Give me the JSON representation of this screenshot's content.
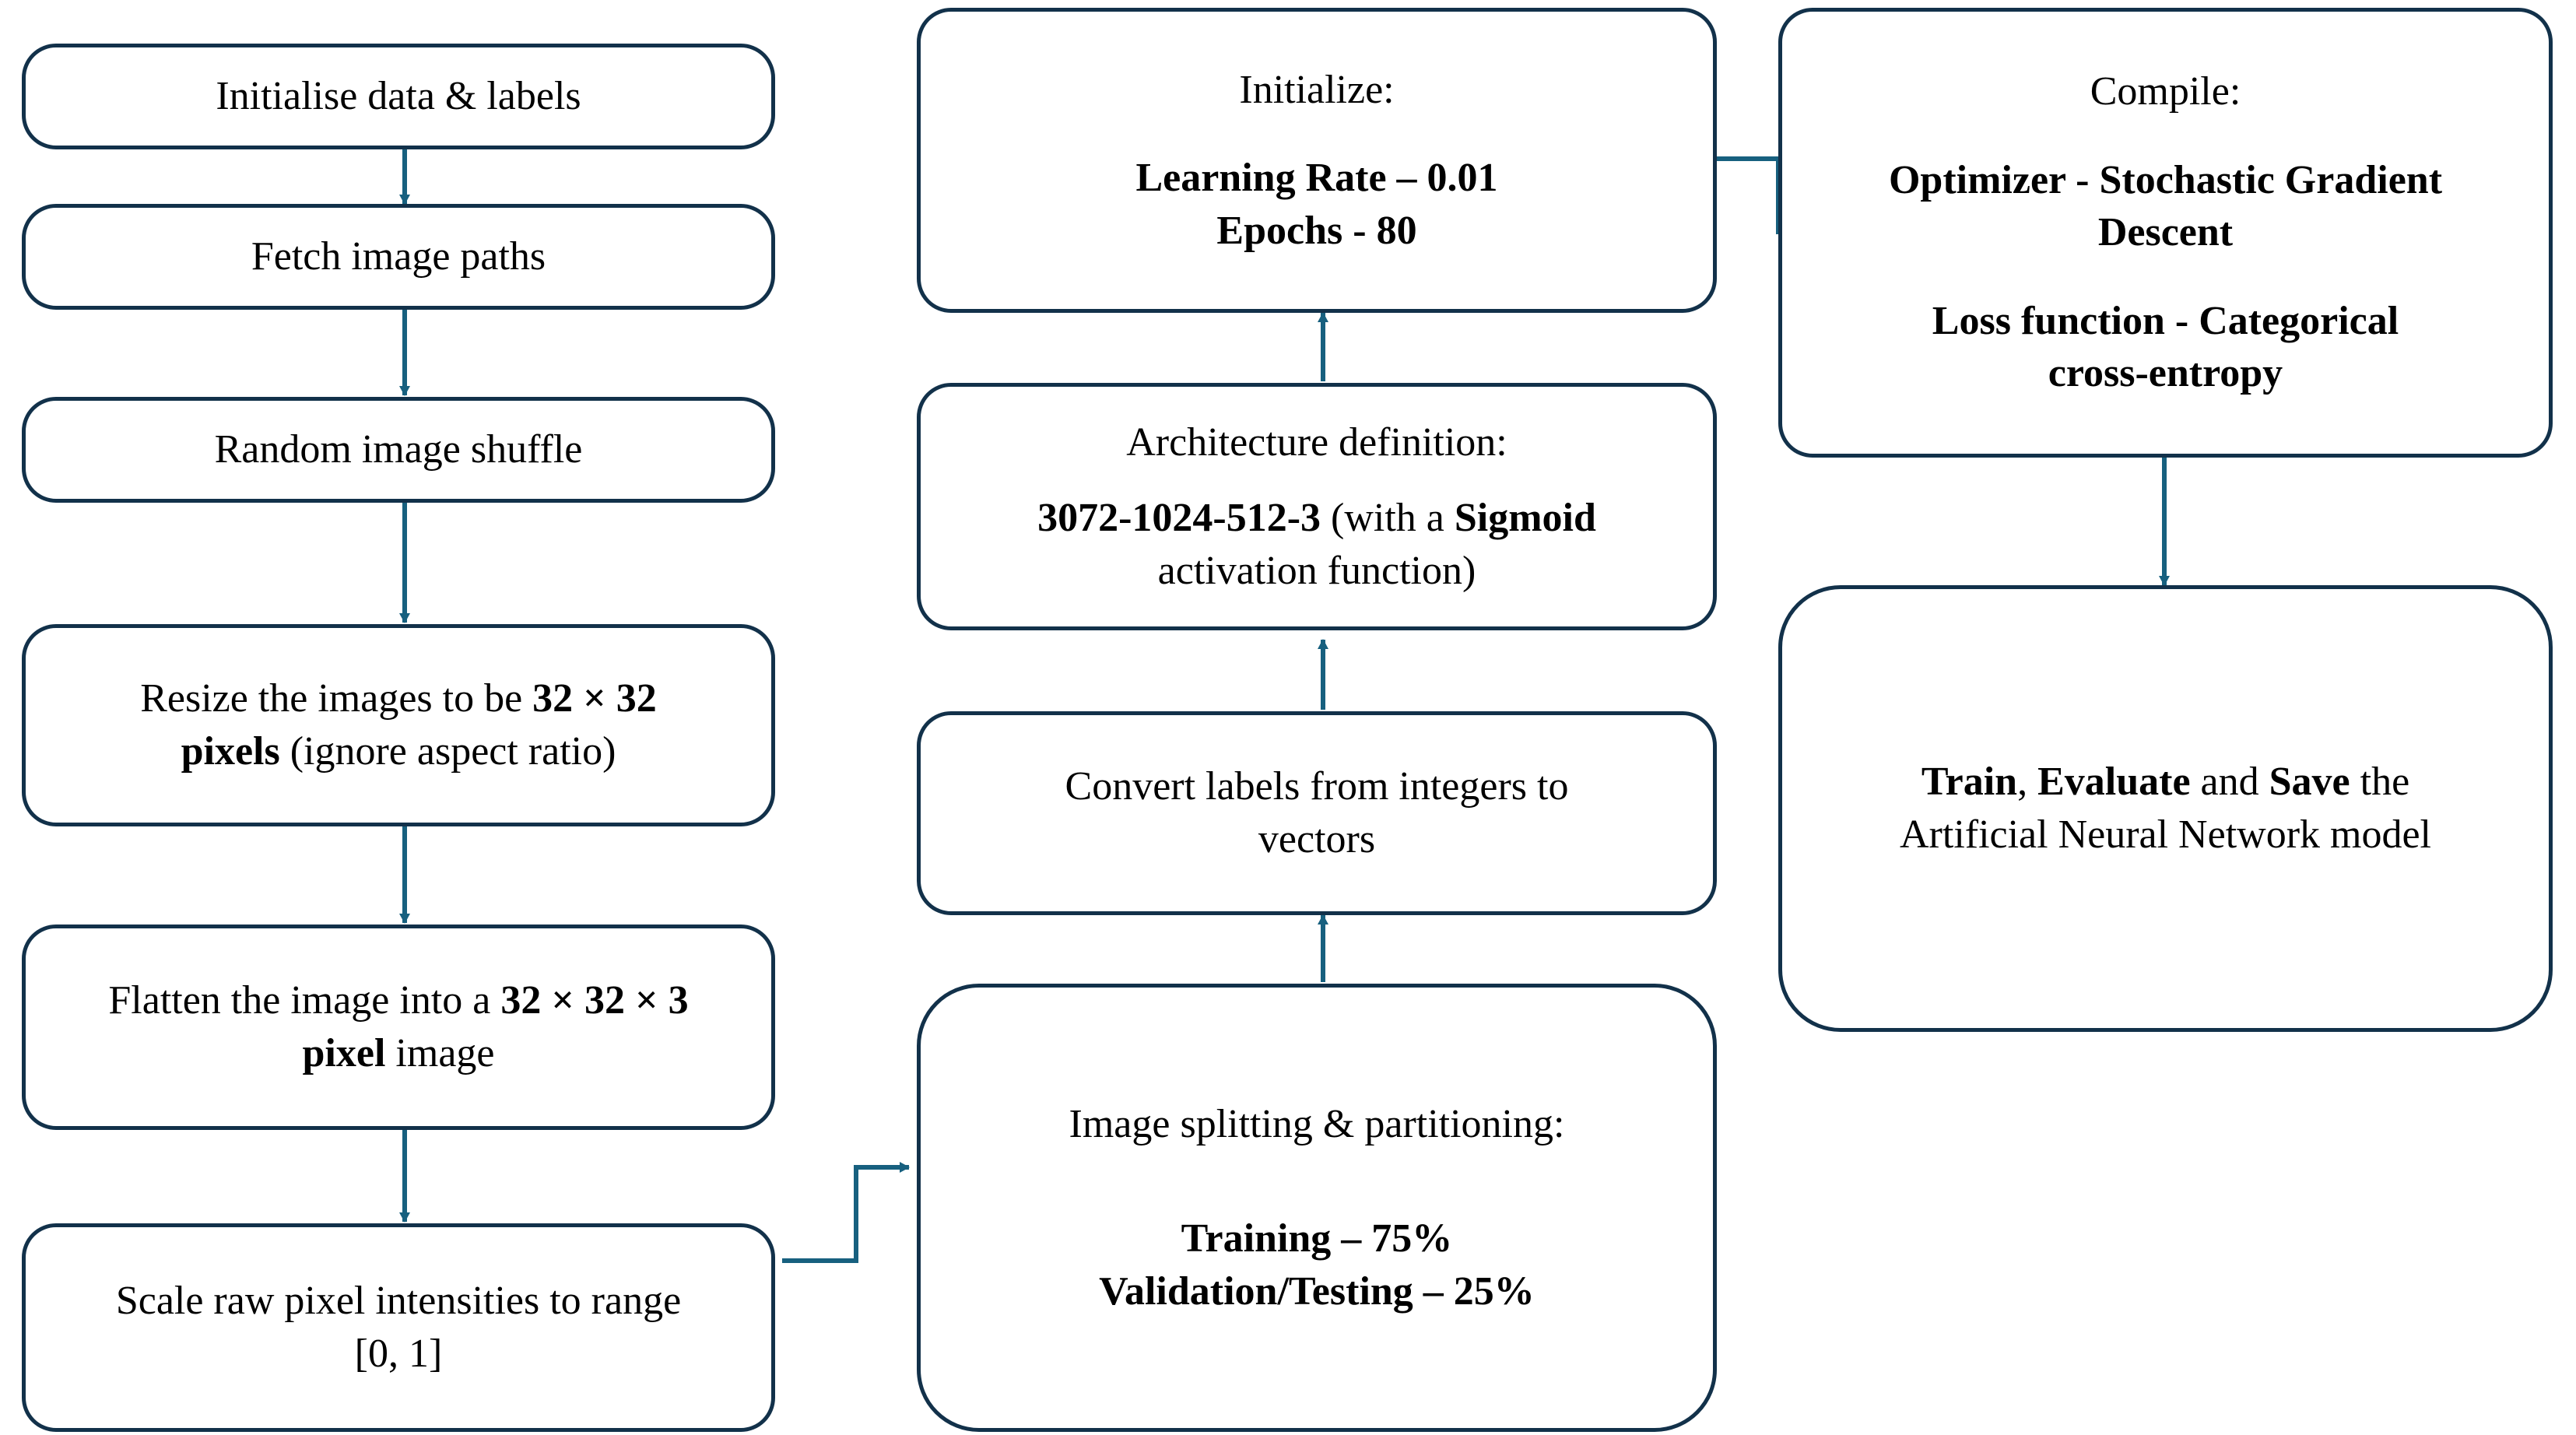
{
  "diagram": {
    "title": "Artificial Neural Network image-classification pipeline flowchart",
    "type": "flowchart",
    "colors": {
      "node_border": "#12314a",
      "node_fill": "#ffffff",
      "connector": "#17607f",
      "text": "#000000"
    },
    "columns": [
      {
        "name": "data-preprocessing-column",
        "nodes": [
          "initialise-data-labels",
          "fetch-image-paths",
          "random-image-shuffle",
          "resize-images",
          "flatten-image",
          "scale-pixel-intensities"
        ]
      },
      {
        "name": "model-setup-column",
        "nodes": [
          "image-splitting",
          "convert-labels",
          "architecture-definition",
          "initialize-hyperparameters"
        ]
      },
      {
        "name": "compile-train-column",
        "nodes": [
          "compile-model",
          "train-evaluate-save"
        ]
      }
    ],
    "nodes": {
      "initialise_data_labels": {
        "text": "Initialise data & labels"
      },
      "fetch_image_paths": {
        "text": "Fetch image paths"
      },
      "random_image_shuffle": {
        "text": "Random image shuffle"
      },
      "resize_images": {
        "line1_a": "Resize the images to be ",
        "line1_b": "32 × 32",
        "line2_a": "pixels",
        "line2_b": " (ignore aspect ratio)"
      },
      "flatten_image": {
        "line1_a": "Flatten the image into a ",
        "line1_b": "32 × 32 × 3",
        "line2_a": "pixel",
        "line2_b": " image"
      },
      "scale_pixel_intensities": {
        "line1": "Scale raw pixel intensities to range",
        "line2": "[0, 1]"
      },
      "image_splitting": {
        "heading": "Image splitting & partitioning:",
        "value1": "Training – 75%",
        "value2": "Validation/Testing – 25%"
      },
      "convert_labels": {
        "line1": "Convert labels from integers to",
        "line2": "vectors"
      },
      "architecture_definition": {
        "heading": "Architecture definition:",
        "value_a": "3072-1024-512-3",
        "value_b": " (with a ",
        "value_c": "Sigmoid",
        "value_d": "activation function)"
      },
      "initialize_hyperparameters": {
        "heading": "Initialize:",
        "value1": "Learning Rate – 0.01",
        "value2": "Epochs - 80"
      },
      "compile_model": {
        "heading": "Compile:",
        "optimizer_line1": "Optimizer - Stochastic Gradient",
        "optimizer_line2": "Descent",
        "loss_line1": "Loss function - Categorical",
        "loss_line2": "cross-entropy"
      },
      "train_evaluate_save": {
        "line1_a": "Train",
        "line1_b": ", ",
        "line1_c": "Evaluate",
        "line1_d": " and ",
        "line1_e": "Save",
        "line1_f": " the",
        "line2": "Artificial Neural Network model"
      }
    },
    "connectors": [
      {
        "from": "initialise-data-labels",
        "to": "fetch-image-paths",
        "style": "straight-down-arrow"
      },
      {
        "from": "fetch-image-paths",
        "to": "random-image-shuffle",
        "style": "straight-down-arrow"
      },
      {
        "from": "random-image-shuffle",
        "to": "resize-images",
        "style": "straight-down-arrow"
      },
      {
        "from": "resize-images",
        "to": "flatten-image",
        "style": "straight-down-arrow"
      },
      {
        "from": "flatten-image",
        "to": "scale-pixel-intensities",
        "style": "straight-down-arrow"
      },
      {
        "from": "scale-pixel-intensities",
        "to": "image-splitting",
        "style": "elbow-right-up-right-arrow"
      },
      {
        "from": "image-splitting",
        "to": "convert-labels",
        "style": "straight-up-arrow"
      },
      {
        "from": "convert-labels",
        "to": "architecture-definition",
        "style": "straight-up-arrow"
      },
      {
        "from": "architecture-definition",
        "to": "initialize-hyperparameters",
        "style": "straight-up-arrow"
      },
      {
        "from": "initialize-hyperparameters",
        "to": "compile-model",
        "style": "elbow-right-down-right-arrow"
      },
      {
        "from": "compile-model",
        "to": "train-evaluate-save",
        "style": "straight-down-arrow"
      }
    ]
  }
}
